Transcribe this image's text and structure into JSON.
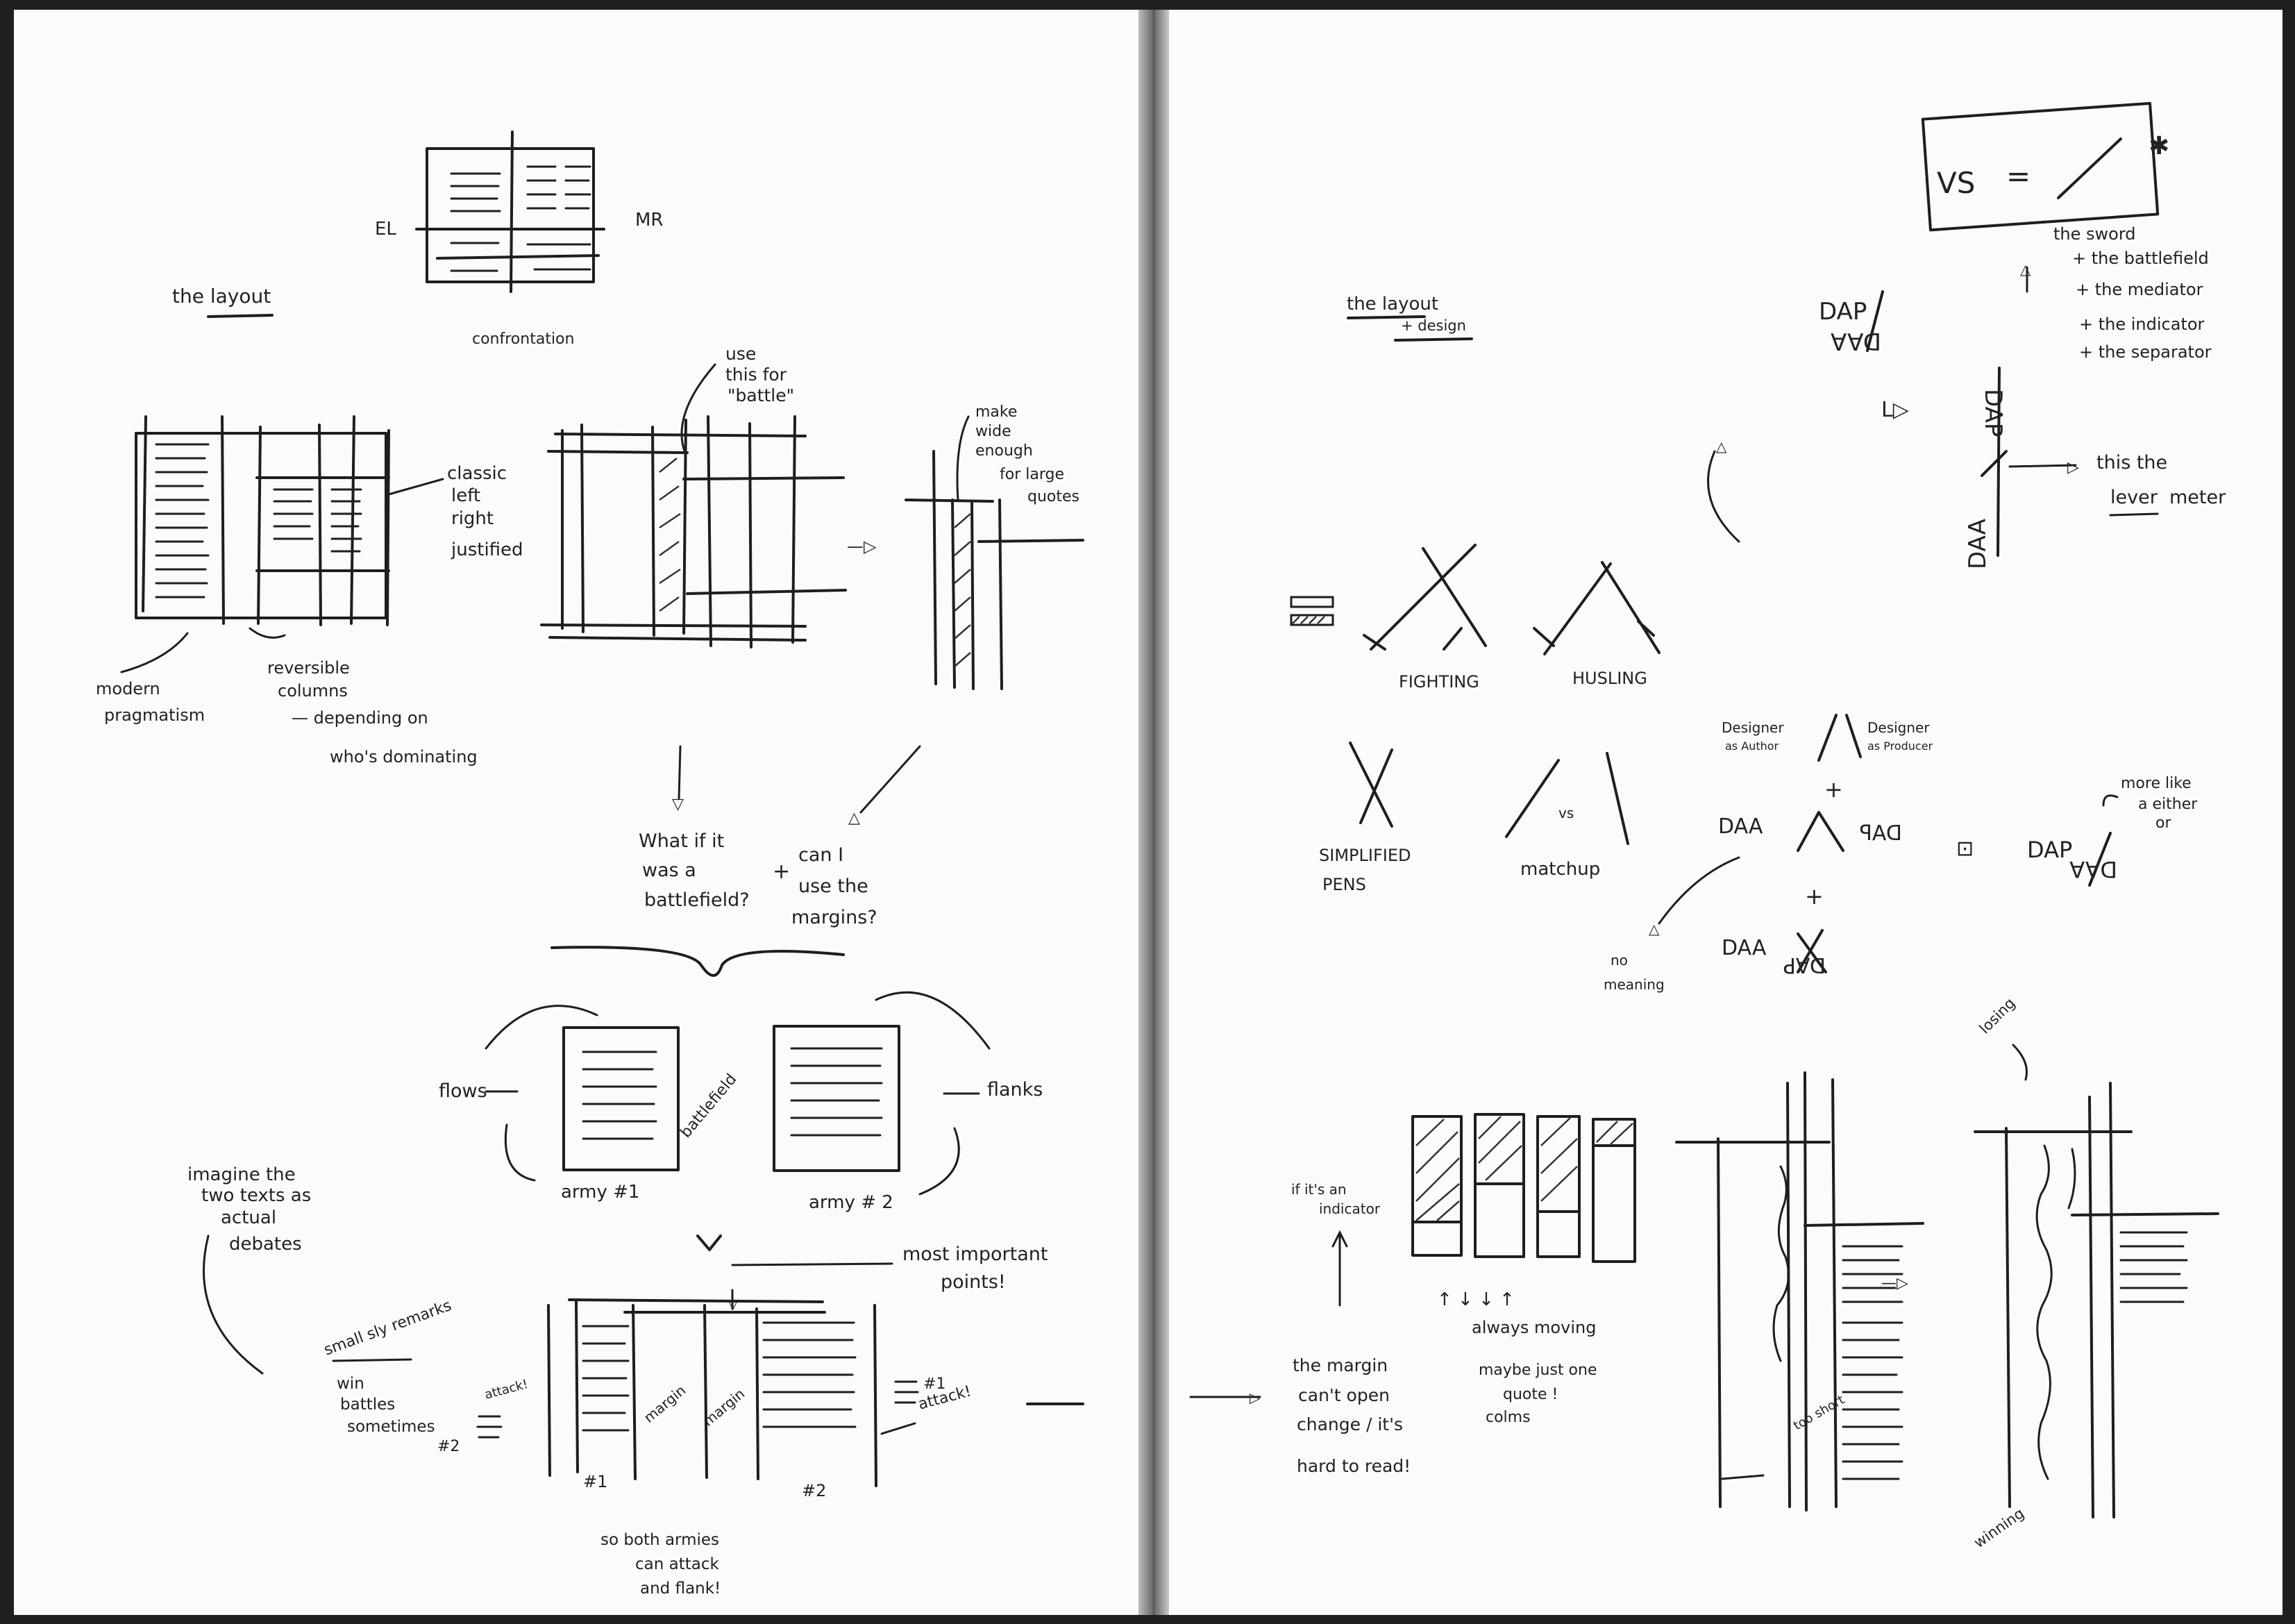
{
  "left_page": {
    "heading": "the layout",
    "top_sketch": {
      "label_left": "EL",
      "label_right": "MR",
      "caption": "confrontation"
    },
    "col_sketch": {
      "note_classic": [
        "classic",
        "left",
        "right",
        "justified"
      ],
      "note_modern": [
        "modern",
        "pragmatism"
      ],
      "note_reversible": [
        "reversible",
        "columns"
      ],
      "note_depending": [
        "— depending on",
        "who's dominating"
      ]
    },
    "battle_note": [
      "use",
      "this for",
      "\"battle\""
    ],
    "wide_note": [
      "make",
      "wide",
      "enough",
      "for large",
      "quotes"
    ],
    "question_1": [
      "What if it",
      "was a",
      "battlefield?"
    ],
    "plus": "+",
    "question_2": [
      "can I",
      "use the",
      "margins?"
    ],
    "flows": "flows",
    "flanks": "flanks",
    "battlefield": "battlefield",
    "army_1": "army #1",
    "army_2": "army # 2",
    "imagine_note": [
      "imagine the",
      "two texts as",
      "actual",
      "debates"
    ],
    "most_important": [
      "most important",
      "points!"
    ],
    "small_sly": "small sly remarks",
    "win_battles": [
      "win",
      "battles",
      "sometimes"
    ],
    "attack_left": "attack!",
    "num_left": "#2",
    "num_right": "#1",
    "attack_right": "attack!",
    "margin_a": "margin",
    "margin_b": "margin",
    "col_1": "#1",
    "col_2": "#2",
    "bottom_note": [
      "so both armies",
      "can attack",
      "and flank!"
    ]
  },
  "right_page": {
    "heading": [
      "the layout",
      "+ design"
    ],
    "vs_box": {
      "vs": "VS",
      "eq": "="
    },
    "sword_list": [
      "the sword",
      "+ the battlefield",
      "+ the mediator",
      "+ the indicator",
      "+ the separator"
    ],
    "dap_daa": [
      "DAP",
      "DAA"
    ],
    "vertical_dap": [
      "DAP",
      "DAA"
    ],
    "lever_note": [
      "this the",
      "lever",
      "meter"
    ],
    "fighting": "FIGHTING",
    "hustling": "HUSLING",
    "simplified": [
      "SIMPLIFIED",
      "PENS"
    ],
    "matchup": "matchup",
    "vs_small": "vs",
    "designer_left": [
      "Designer",
      "as Author"
    ],
    "designer_right": [
      "Designer",
      "as Producer"
    ],
    "daa_row": {
      "daa": "DAA",
      "dap": "DAP",
      "plus_top": "+",
      "plus_bottom": "+"
    },
    "dap_either": {
      "note": [
        "more like",
        "a either",
        "or"
      ],
      "dap": "DAP",
      "daa": "DAA"
    },
    "no_meaning": [
      "no",
      "meaning"
    ],
    "daa_cross": {
      "daa": "DAA",
      "dap": "DAP"
    },
    "indicator_note": [
      "if it's an",
      "indicator"
    ],
    "margin_note": [
      "the margin",
      "can't open",
      "change / it's",
      "hard to read!"
    ],
    "always_moving": "always moving",
    "maybe_note": [
      "maybe just one",
      "quote !",
      "colms"
    ],
    "losing": "losing",
    "winning": "winning",
    "too_short": "too short"
  }
}
